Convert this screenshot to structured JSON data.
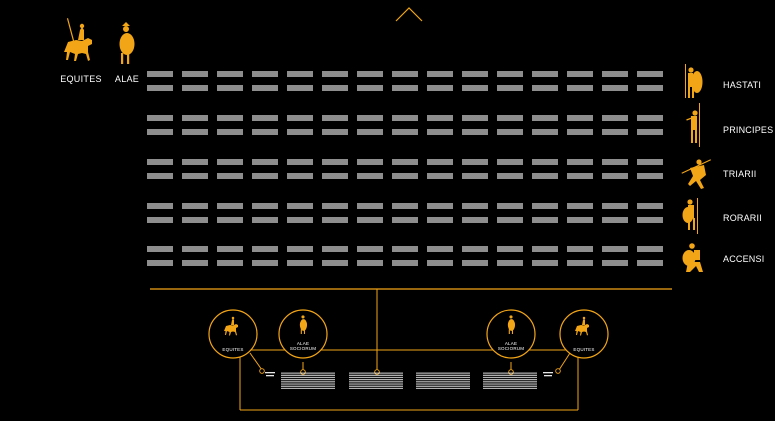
{
  "top_labels": {
    "equites": "EQUITES",
    "alae": "ALAE"
  },
  "side_labels": [
    "HASTATI",
    "PRINCIPES",
    "TRIARII",
    "RORARII",
    "ACCENSI"
  ],
  "lower_circles": {
    "left_equites": "EQUITES",
    "left_alae": [
      "ALAE",
      "SOCIORUM"
    ],
    "right_alae": [
      "ALAE",
      "SOCIORUM"
    ],
    "right_equites": "EQUITES"
  },
  "colors": {
    "accent": "#f2a516",
    "background": "#000000",
    "text": "#ffffff"
  },
  "icons": {
    "top_arrow": "chevron-up-icon",
    "equites": "horseman-icon",
    "alae": "shield-warrior-icon",
    "hastati": "hastati-soldier-icon",
    "principes": "principes-soldier-icon",
    "triarii": "triarii-soldier-icon",
    "rorarii": "rorarii-soldier-icon",
    "accensi": "accensi-soldier-icon"
  },
  "formation": {
    "columns": 15,
    "row_groups": 5,
    "rows_per_group": 2,
    "bottom_units": 4
  }
}
